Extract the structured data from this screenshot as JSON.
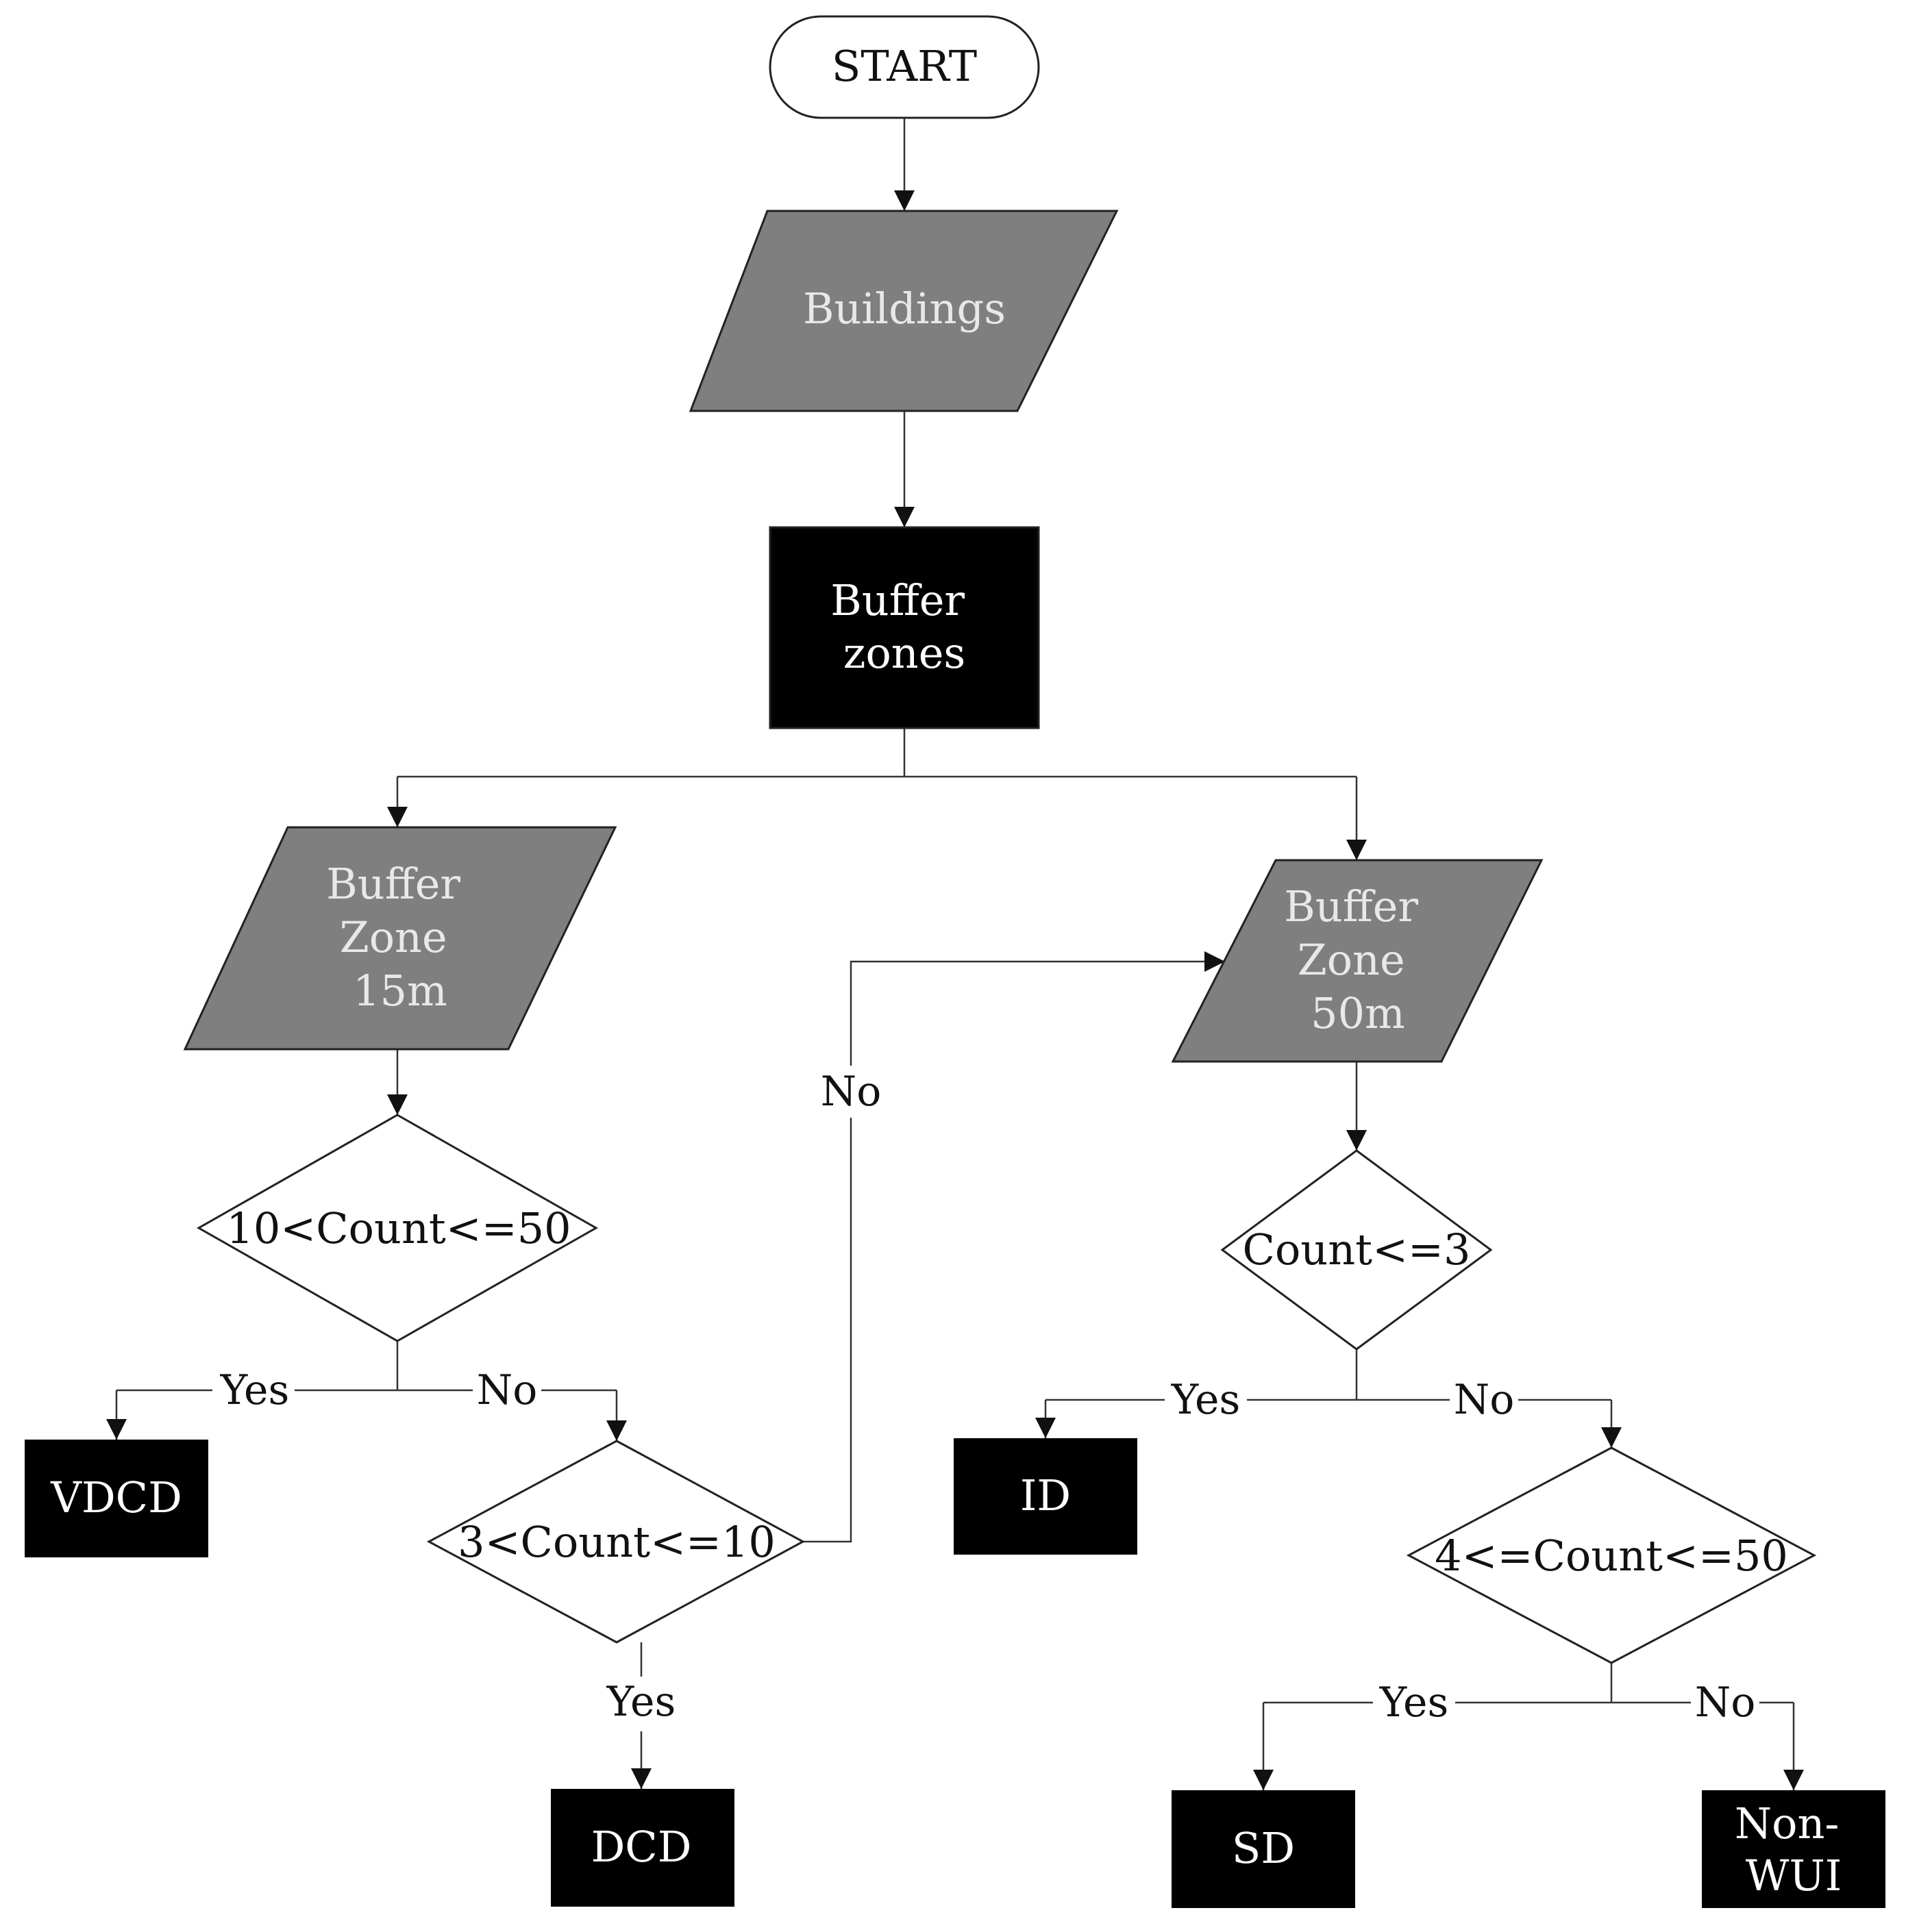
{
  "colors": {
    "background": "#ffffff",
    "line": "#333333",
    "io_fill": "#7f7f7f",
    "process_fill": "#000000",
    "light_text": "#e8e8e8",
    "dark_text": "#111111"
  },
  "nodes": {
    "start": "START",
    "buildings": "Buildings",
    "buffer_zones": [
      "Buffer",
      "zones"
    ],
    "buffer_15": [
      "Buffer",
      "Zone",
      "15m"
    ],
    "buffer_50": [
      "Buffer",
      "Zone",
      "50m"
    ],
    "cond_a": "10<Count<=50",
    "cond_b": "3<Count<=10",
    "cond_c": "Count<=3",
    "cond_d": "4<=Count<=50",
    "vdcd": "VDCD",
    "dcd": "DCD",
    "id": "ID",
    "sd": "SD",
    "non_wui": [
      "Non-",
      "WUI"
    ]
  },
  "edges": {
    "a_yes": "Yes",
    "a_no": "No",
    "b_yes": "Yes",
    "b_no": "No",
    "c_yes": "Yes",
    "c_no": "No",
    "d_yes": "Yes",
    "d_no": "No"
  }
}
